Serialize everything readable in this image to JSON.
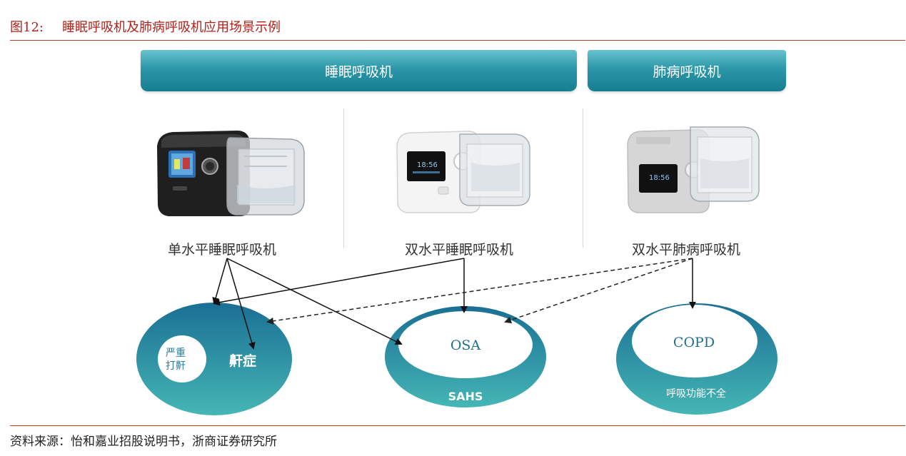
{
  "figure": {
    "number": "图12:",
    "title": "睡眠呼吸机及肺病呼吸机应用场景示例"
  },
  "banners": {
    "sleep": "睡眠呼吸机",
    "lung": "肺病呼吸机"
  },
  "devices": [
    {
      "label": "单水平睡眠呼吸机",
      "screen_time": "",
      "color": "#222222"
    },
    {
      "label": "双水平睡眠呼吸机",
      "screen_time": "18:56",
      "color": "#f2f2f2"
    },
    {
      "label": "双水平肺病呼吸机",
      "screen_time": "18:56",
      "color": "#d9d9d9"
    }
  ],
  "diseases": {
    "snoring": {
      "outer": "鼾症",
      "inner_line1": "严重",
      "inner_line2": "打鼾"
    },
    "sahs": {
      "inner": "OSA",
      "outer": "SAHS"
    },
    "copd": {
      "inner": "COPD",
      "outer": "呼吸功能不全"
    }
  },
  "source": "资料来源：怡和嘉业招股说明书，浙商证券研究所",
  "colors": {
    "accent_red": "#b0211b",
    "teal_dark": "#1a7c95",
    "teal_light": "#43b3b6"
  }
}
